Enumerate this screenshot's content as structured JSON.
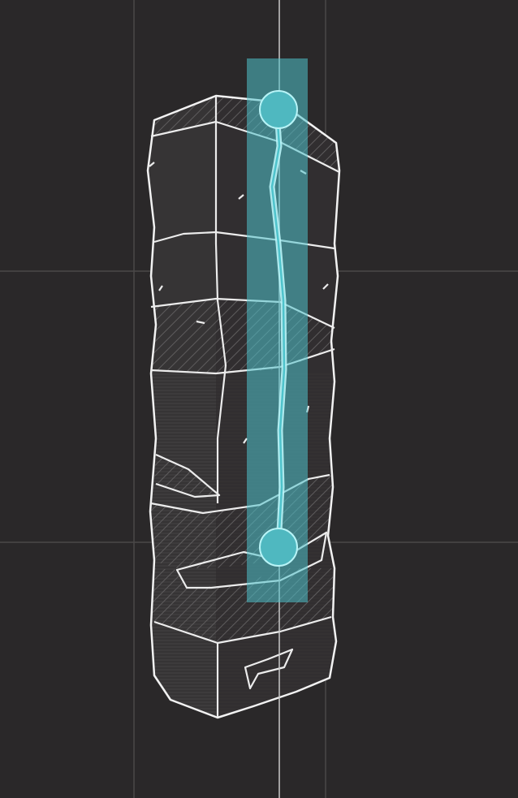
{
  "canvas": {
    "background_color": "#2a2829",
    "grid_color": "#4a4849",
    "center_guide_color": "#c9c9c9"
  },
  "pillar": {
    "outline_color": "#f2f2f2",
    "fill_color": "#363435",
    "hatch_color": "#5a5859",
    "segment_count": 8
  },
  "selection": {
    "fill_color": "#4fc3cc",
    "fill_opacity": 0.55,
    "line_color": "#b8f4f7",
    "handles": [
      {
        "name": "top-handle"
      },
      {
        "name": "bottom-handle"
      }
    ]
  }
}
